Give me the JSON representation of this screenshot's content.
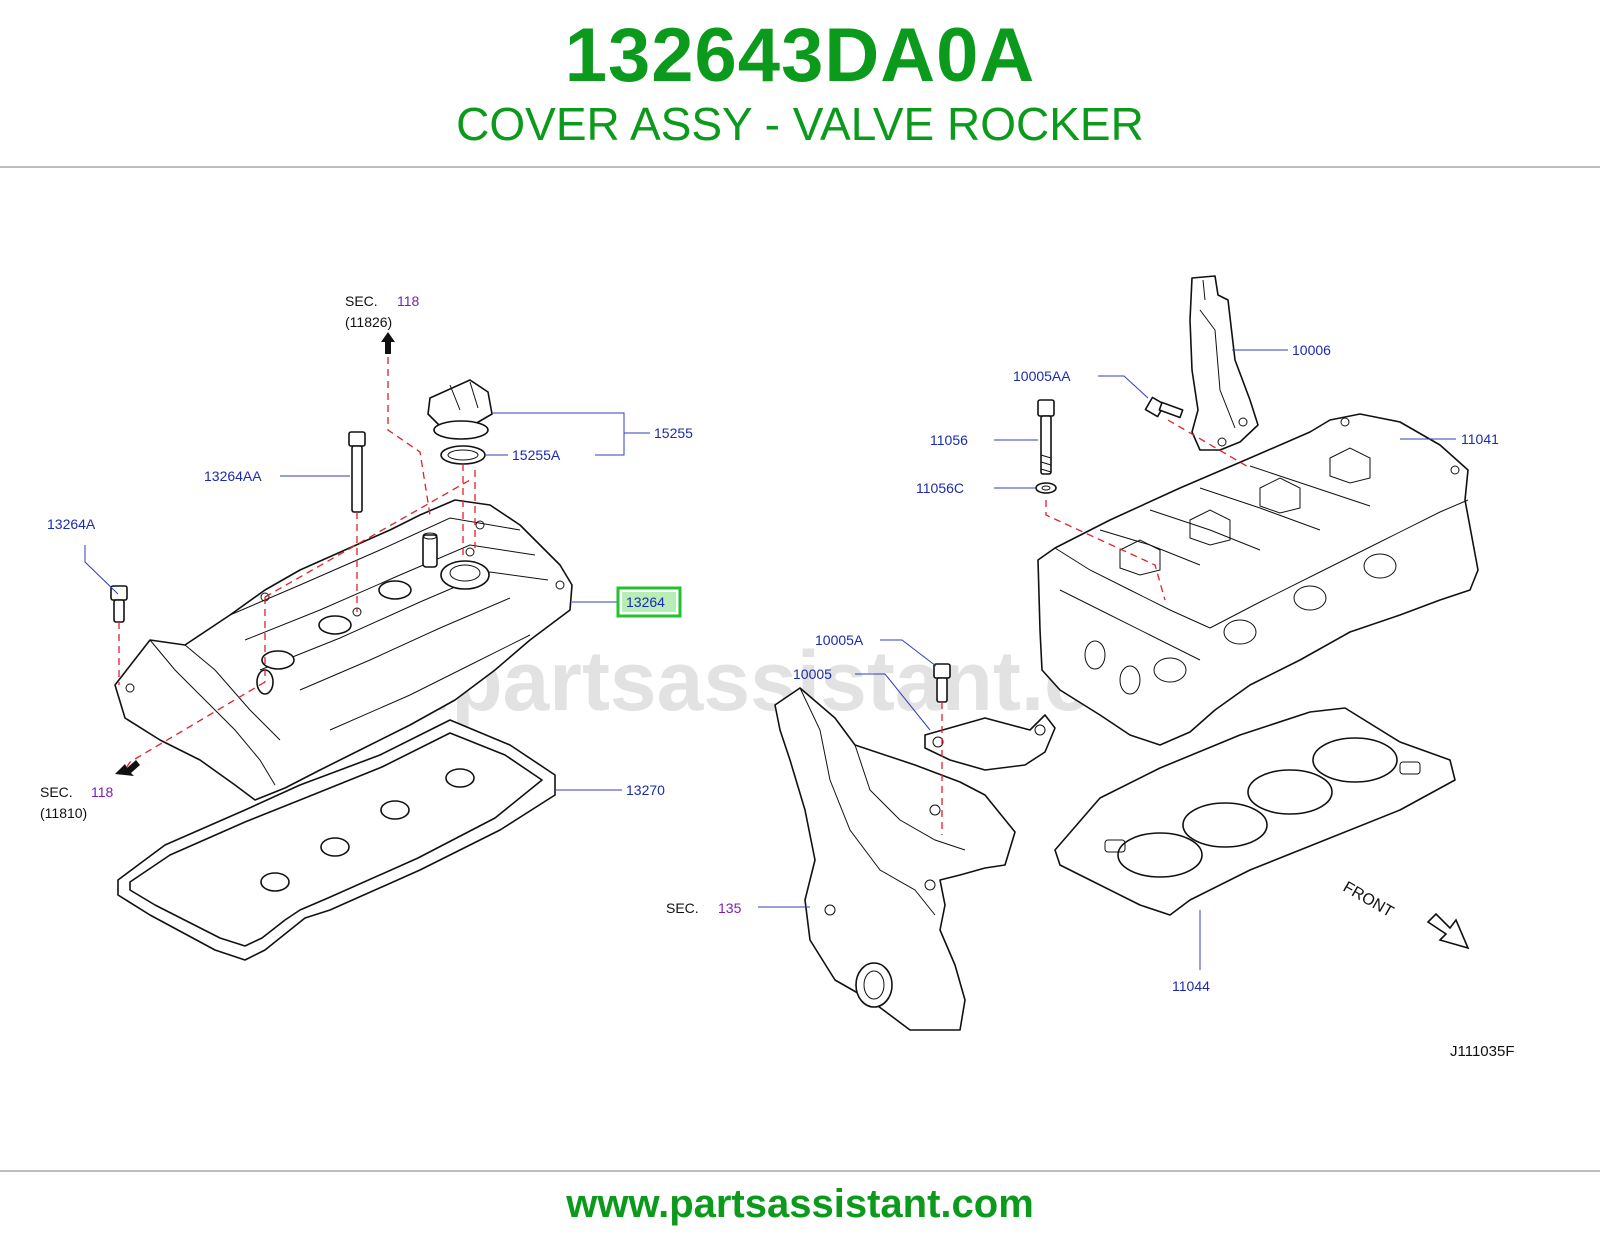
{
  "header": {
    "part_number": "132643DA0A",
    "description": "COVER ASSY - VALVE ROCKER"
  },
  "footer": {
    "url": "www.partsassistant.com"
  },
  "watermark": "www.partsassistant.com",
  "diagram": {
    "code": "J111035F",
    "front_label": "FRONT",
    "labels": {
      "p15255": "15255",
      "p15255A": "15255A",
      "p13264AA": "13264AA",
      "p13264A": "13264A",
      "p13264": "13264",
      "p13270": "13270",
      "p10006": "10006",
      "p10005AA": "10005AA",
      "p11056": "11056",
      "p11056C": "11056C",
      "p11041": "11041",
      "p10005A": "10005A",
      "p10005": "10005",
      "p11044": "11044"
    },
    "sections": {
      "top": {
        "prefix": "SEC.",
        "number": "118",
        "ref": "(11826)"
      },
      "left": {
        "prefix": "SEC.",
        "number": "118",
        "ref": "(11810)"
      },
      "bottom": {
        "prefix": "SEC.",
        "number": "135"
      }
    },
    "highlight_color": "#22c32e",
    "brand_color": "#0b9a1c"
  }
}
